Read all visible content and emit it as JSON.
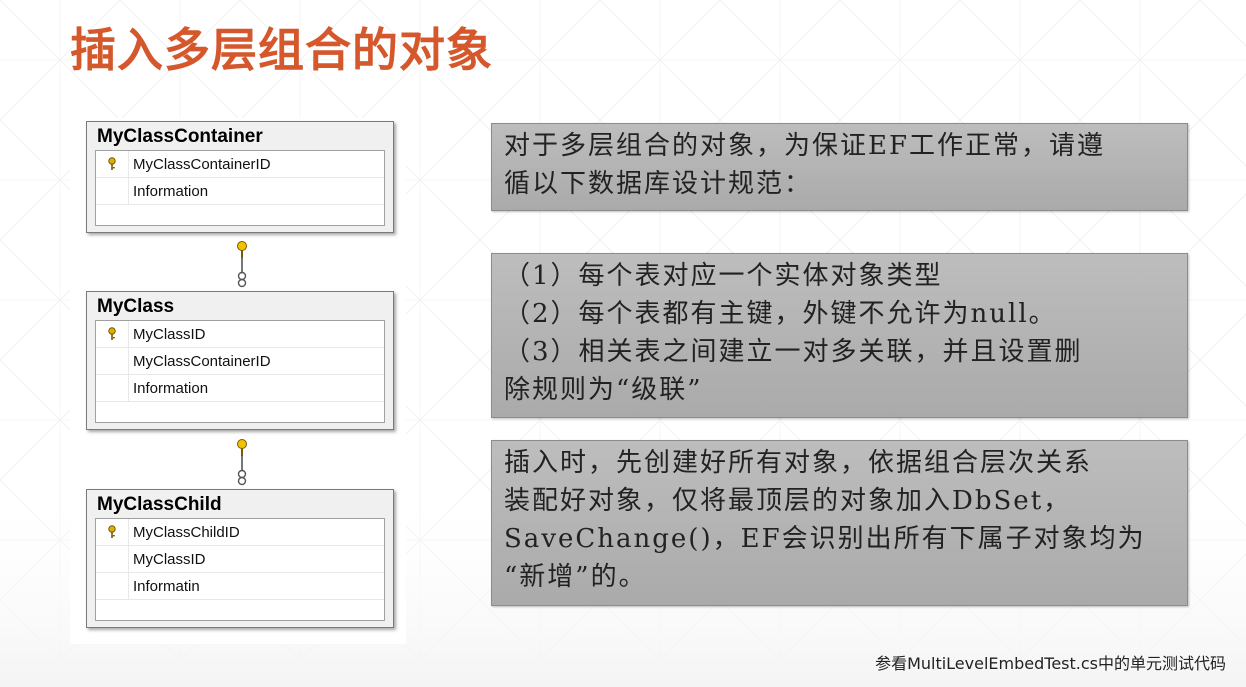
{
  "slide": {
    "title": "插入多层组合的对象",
    "footnote": "参看MultiLevelEmbedTest.cs中的单元测试代码"
  },
  "tables": [
    {
      "name": "MyClassContainer",
      "columns": [
        {
          "name": "MyClassContainerID",
          "primary_key": true
        },
        {
          "name": "Information",
          "primary_key": false
        }
      ]
    },
    {
      "name": "MyClass",
      "columns": [
        {
          "name": "MyClassID",
          "primary_key": true
        },
        {
          "name": "MyClassContainerID",
          "primary_key": false
        },
        {
          "name": "Information",
          "primary_key": false
        }
      ]
    },
    {
      "name": "MyClassChild",
      "columns": [
        {
          "name": "MyClassChildID",
          "primary_key": true
        },
        {
          "name": "MyClassID",
          "primary_key": false
        },
        {
          "name": "Informatin",
          "primary_key": false
        }
      ]
    }
  ],
  "boxes": [
    {
      "lines": [
        "对于多层组合的对象，为保证EF工作正常，请遵",
        "循以下数据库设计规范："
      ]
    },
    {
      "lines": [
        "（1）每个表对应一个实体对象类型",
        "（2）每个表都有主键，外键不允许为null。",
        "（3）相关表之间建立一对多关联，并且设置删",
        "除规则为“级联”"
      ]
    },
    {
      "lines": [
        "插入时，先创建好所有对象，依据组合层次关系",
        "装配好对象，仅将最顶层的对象加入DbSet，",
        "SaveChange()，EF会识别出所有下属子对象均为",
        "“新增”的。"
      ]
    }
  ],
  "colors": {
    "title": "#d4582c",
    "box_background": "#b4b4b4",
    "key_icon": "#e0b000"
  },
  "icons": {
    "primary_key": "key-icon",
    "relation_one_end": "key-icon",
    "relation_many_end": "infinity-icon"
  }
}
